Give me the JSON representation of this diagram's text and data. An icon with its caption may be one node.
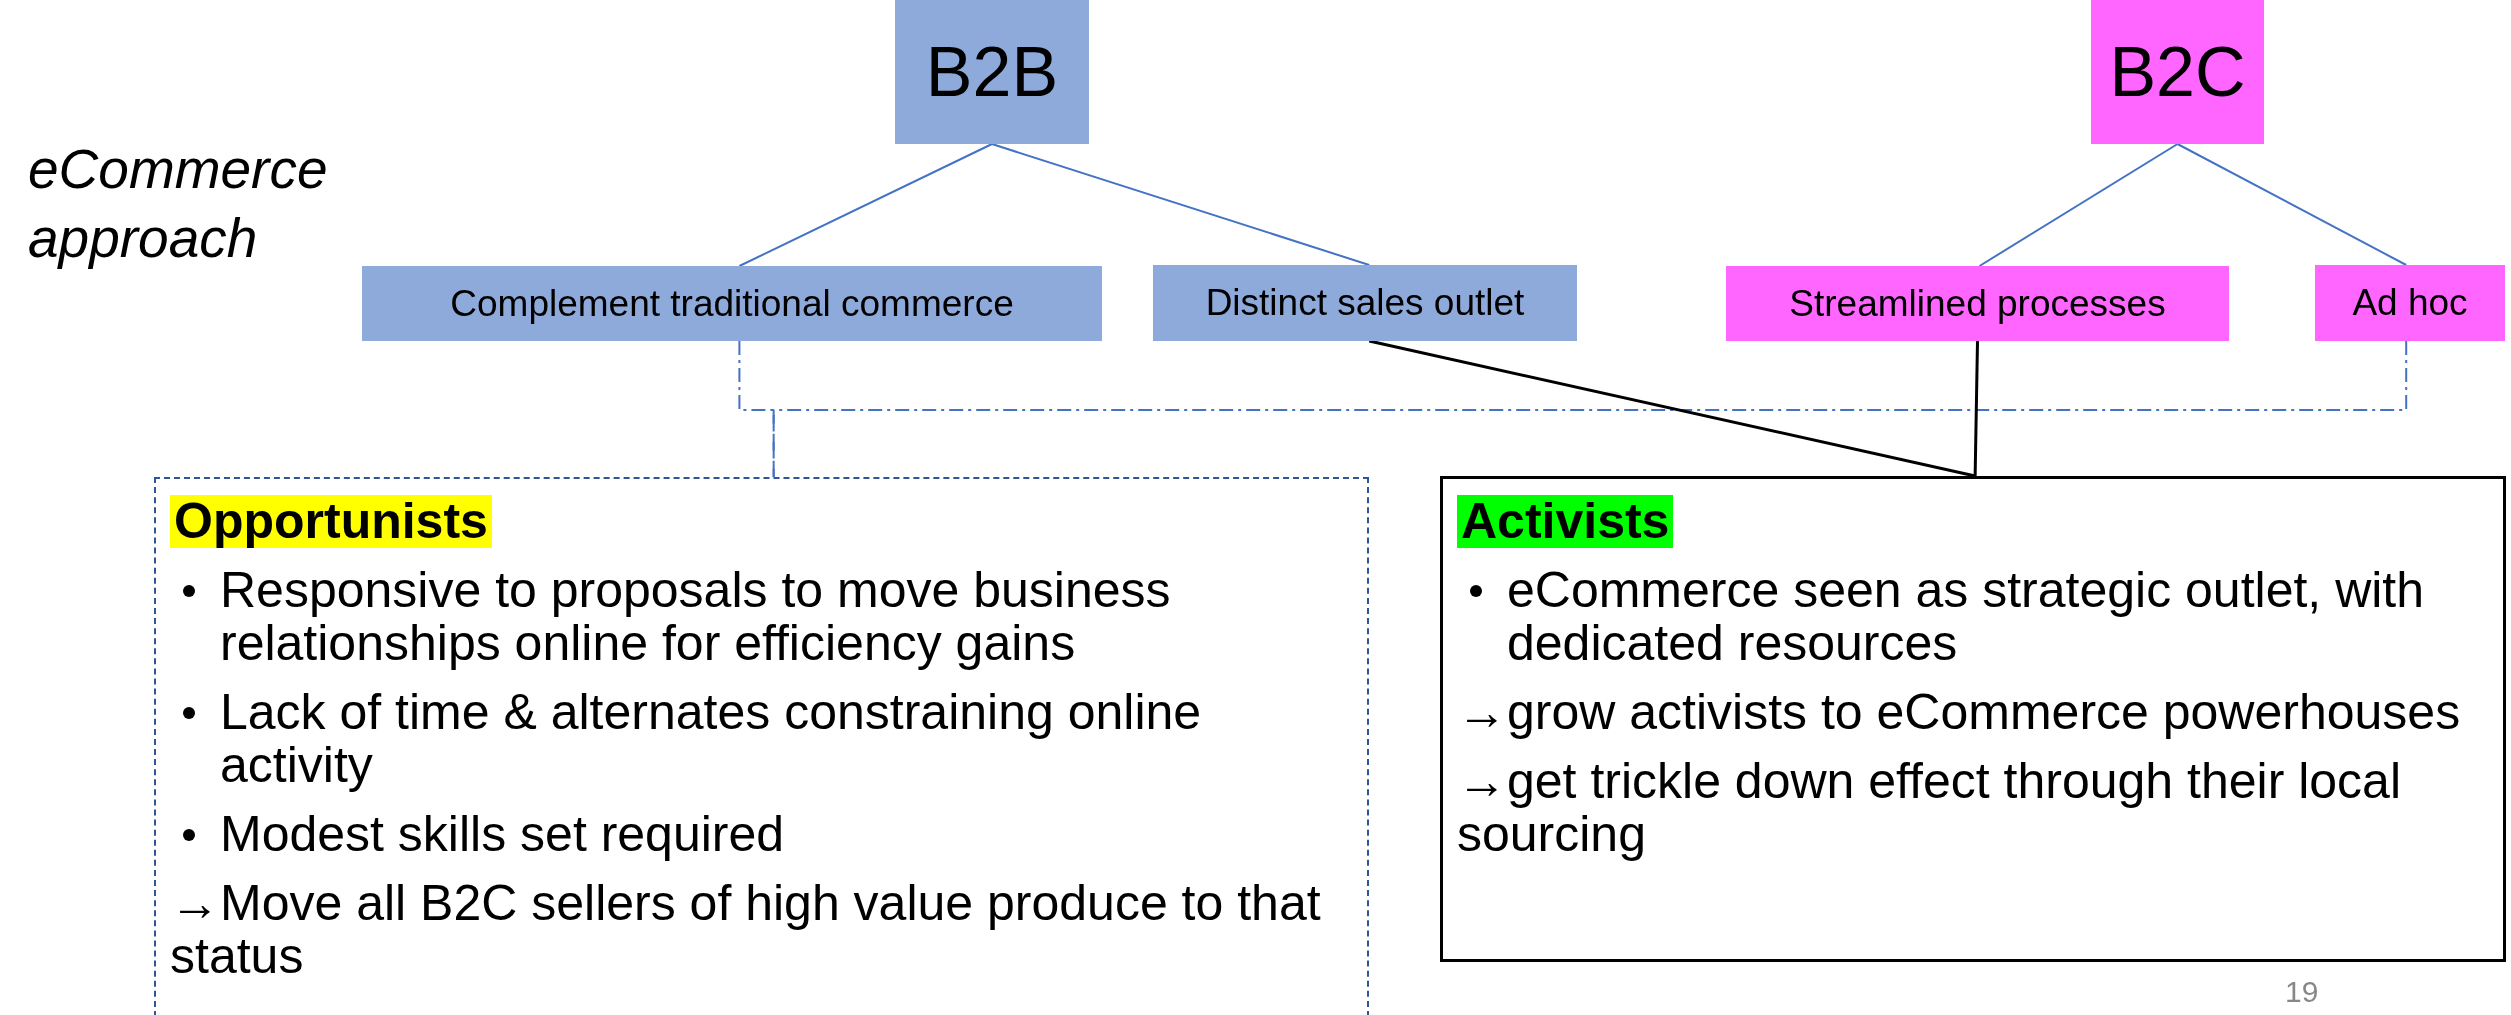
{
  "diagram": {
    "nodes": [
      {
        "text": [
          "B2B"
        ]
      },
      {
        "text": [
          "B2C"
        ]
      },
      {
        "text": [
          "Complement traditional commerce"
        ]
      },
      {
        "text": [
          "Distinct sales outlet"
        ]
      },
      {
        "text": [
          "Streamlined processes"
        ]
      },
      {
        "text": [
          "Ad hoc"
        ]
      },
      {
        "text": [
          "Opportunists",
          "Responsive to proposals to move business relationships online for efficiency gains",
          "Lack of time & alternates constraining online activity",
          "Modest skills set required",
          "→Move all B2C sellers of high value produce to that status"
        ]
      },
      {
        "text": [
          "Activists",
          "eCommerce seen as strategic outlet, with dedicated resources",
          "→grow activists to eCommerce powerhouses",
          "→get trickle down effect through their local sourcing"
        ]
      }
    ],
    "edges": [
      {
        "from": 0,
        "to": 2,
        "arrow": "none"
      },
      {
        "from": 0,
        "to": 3,
        "arrow": "none"
      },
      {
        "from": 1,
        "to": 4,
        "arrow": "none"
      },
      {
        "from": 1,
        "to": 5,
        "arrow": "none"
      },
      {
        "from": 2,
        "to": 6,
        "arrow": "none",
        "style": "dashed"
      },
      {
        "from": 5,
        "to": 6,
        "arrow": "none",
        "style": "dashed"
      },
      {
        "from": 3,
        "to": 7,
        "arrow": "none",
        "color": "#000000"
      },
      {
        "from": 4,
        "to": 7,
        "arrow": "none",
        "color": "#000000"
      }
    ],
    "labels": [
      "eCommerce approach",
      "19"
    ]
  }
}
